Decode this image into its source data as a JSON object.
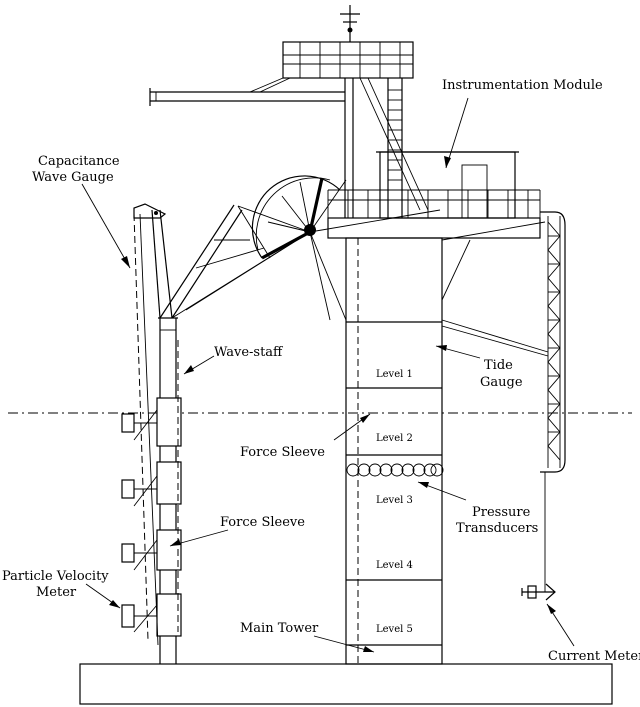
{
  "labels": {
    "instrumentation_module": "Instrumentation Module",
    "capacitance_line1": "Capacitance",
    "capacitance_line2": "Wave Gauge",
    "wave_staff": "Wave-staff",
    "tide_line1": "Tide",
    "tide_line2": "Gauge",
    "force_sleeve_main": "Force Sleeve",
    "force_sleeve_left": "Force Sleeve",
    "pressure_line1": "Pressure",
    "pressure_line2": "Transducers",
    "particle_line1": "Particle Velocity",
    "particle_line2": "Meter",
    "main_tower": "Main Tower",
    "current_meter": "Current Meter"
  },
  "levels": [
    "Level 1",
    "Level 2",
    "Level 3",
    "Level 4",
    "Level 5"
  ]
}
